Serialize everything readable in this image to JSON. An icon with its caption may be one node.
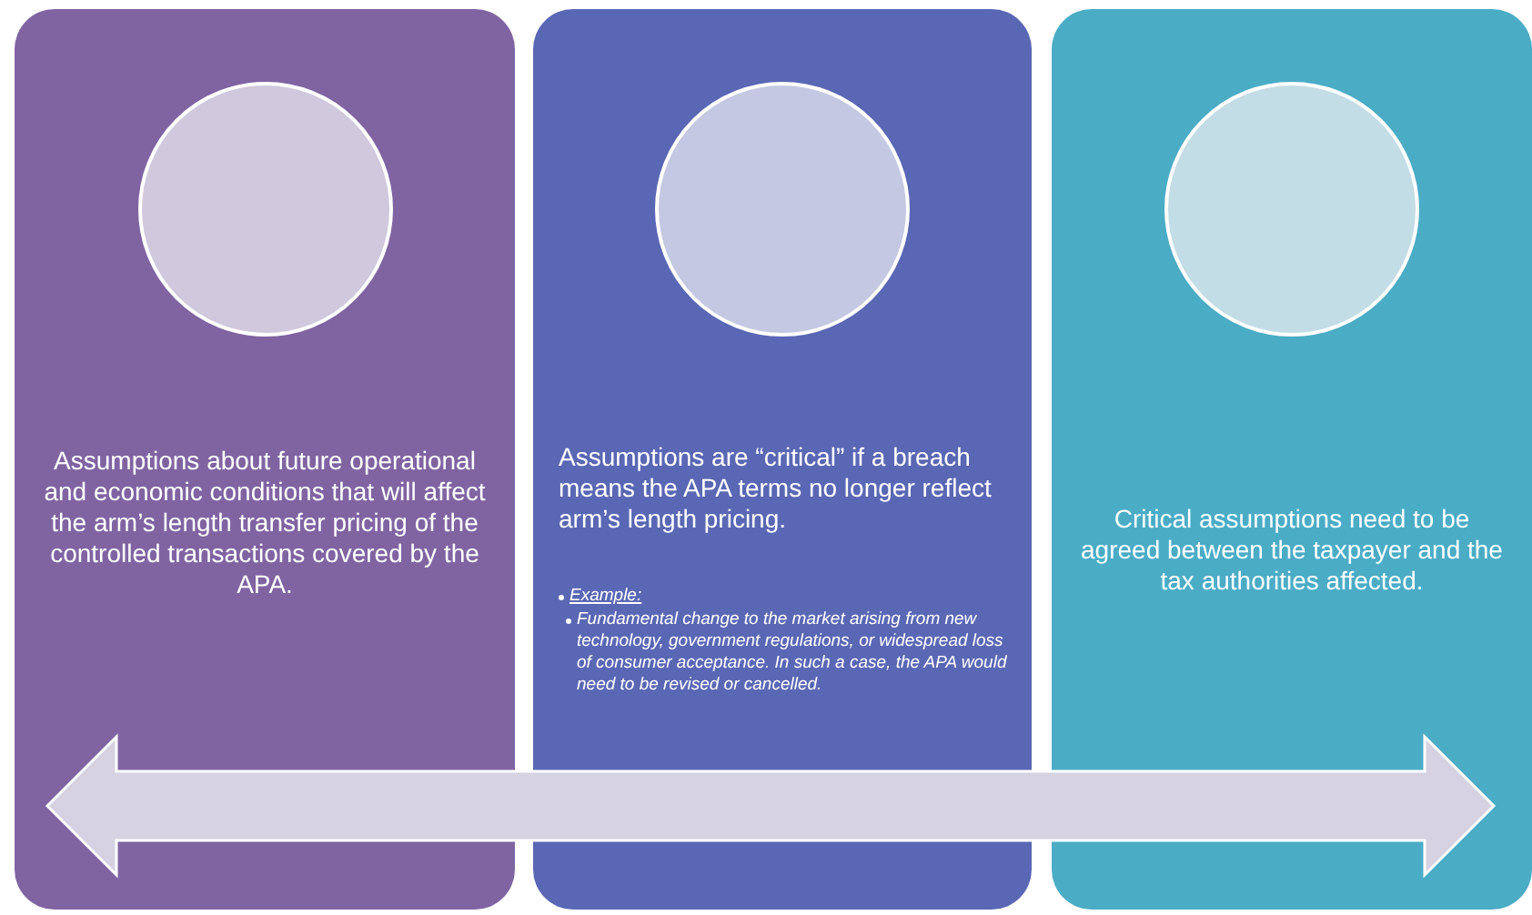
{
  "diagram": {
    "nodes": [
      {
        "text": [
          "Assumptions about future operational and economic conditions that will affect the arm’s length transfer pricing of the controlled transactions covered by the APA."
        ]
      },
      {
        "text": [],
        "shape": "circle",
        "in": 0
      },
      {
        "text": [
          "Assumptions are “critical” if a breach means the APA terms no longer reflect arm’s length pricing.",
          "Example:",
          "Fundamental change to the market arising from new technology, government regulations, or widespread loss of consumer acceptance. In such a case, the APA would need to be revised or cancelled."
        ]
      },
      {
        "text": [],
        "shape": "circle",
        "in": 2
      },
      {
        "text": [
          "Critical assumptions need to be agreed between the taxpayer and the tax authorities affected."
        ]
      },
      {
        "text": [],
        "shape": "circle",
        "in": 4
      }
    ]
  }
}
